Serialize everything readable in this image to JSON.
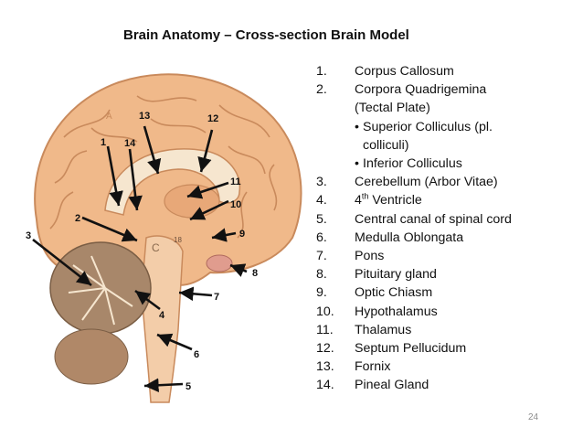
{
  "slide": {
    "title": "Brain Anatomy – Cross-section Brain Model",
    "page_number": "24"
  },
  "figure": {
    "callouts": [
      "1",
      "2",
      "3",
      "4",
      "5",
      "6",
      "7",
      "8",
      "9",
      "10",
      "11",
      "12",
      "13",
      "14"
    ],
    "model_letters": {
      "a": "A",
      "c": "C",
      "eighteen": "18"
    }
  },
  "legend": {
    "items": [
      {
        "num": "1.",
        "label": "Corpus Callosum"
      },
      {
        "num": "2.",
        "label": "Corpora Quadrigemina"
      },
      {
        "num": "3.",
        "label": "Cerebellum (Arbor Vitae)"
      },
      {
        "num": "4.",
        "label_num": "4",
        "label_sup": "th",
        "label_rest": " Ventricle"
      },
      {
        "num": "5.",
        "label": "Central canal of spinal cord"
      },
      {
        "num": "6.",
        "label": "Medulla Oblongata"
      },
      {
        "num": "7.",
        "label": "Pons"
      },
      {
        "num": "8.",
        "label": "Pituitary gland"
      },
      {
        "num": "9.",
        "label": "Optic Chiasm"
      },
      {
        "num": "10.",
        "label": "Hypothalamus"
      },
      {
        "num": "11.",
        "label": "Thalamus"
      },
      {
        "num": "12.",
        "label": "Septum Pellucidum"
      },
      {
        "num": "13.",
        "label": "Fornix"
      },
      {
        "num": "14.",
        "label": "Pineal Gland"
      }
    ],
    "item2_cont": "(Tectal Plate)",
    "sub": [
      {
        "bullet": "•",
        "label": "Superior Colliculus (pl.",
        "cont": "colliculi)"
      },
      {
        "bullet": "•",
        "label": "Inferior Colliculus"
      }
    ]
  },
  "colors": {
    "brain": "#f0b98a",
    "brain_shadow": "#c98a5c",
    "cerebellum": "#a8876a",
    "white_matter": "#f6e6cf",
    "arrow": "#111111"
  }
}
